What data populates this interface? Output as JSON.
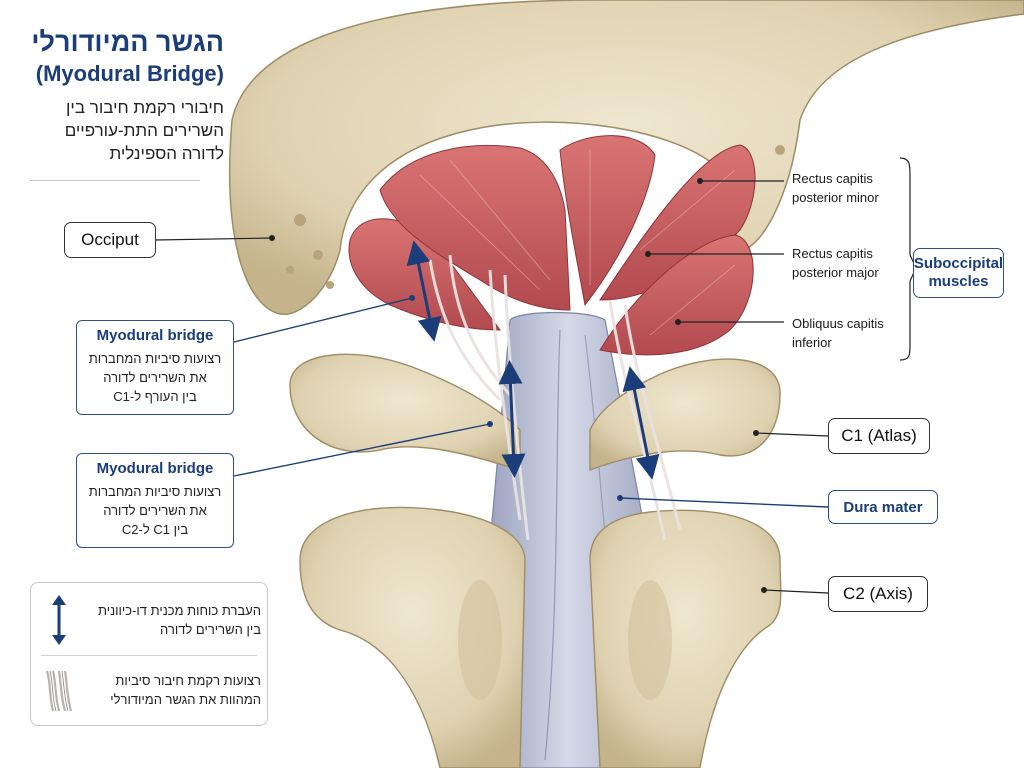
{
  "title": {
    "hebrew": "הגשר המיודורלי",
    "english": "(Myodural Bridge)",
    "subtitle_lines": [
      "חיבורי רקמת חיבור בין",
      "השרירים התת-עורפיים",
      "לדורה הספינלית"
    ]
  },
  "labels": {
    "occiput": "Occiput",
    "c1": "C1 (Atlas)",
    "c2": "C2 (Axis)",
    "dura": "Dura mater",
    "suboccipital_group": "Suboccipital muscles"
  },
  "muscles": [
    {
      "lines": [
        "Rectus capitis",
        "posterior minor"
      ]
    },
    {
      "lines": [
        "Rectus capitis",
        "posterior major"
      ]
    },
    {
      "lines": [
        "Obliquus capitis",
        "inferior"
      ]
    }
  ],
  "bridges": [
    {
      "title": "Myodural bridge",
      "desc_lines": [
        "רצועות סיביות המחברות",
        "את השרירים לדורה",
        "בין העורף ל-C1"
      ]
    },
    {
      "title": "Myodural bridge",
      "desc_lines": [
        "רצועות סיביות המחברות",
        "את השרירים לדורה",
        "בין C1 ל-C2"
      ]
    }
  ],
  "legend": {
    "arrow_text_lines": [
      "העברת כוחות מכנית דו-כיוונית",
      "בין השרירים לדורה"
    ],
    "fiber_text_lines": [
      "רצועות רקמת חיבור סיביות",
      "המהוות את הגשר המיודורלי"
    ]
  },
  "icons": {
    "double_arrow": "double-arrow-icon",
    "fibers": "fiber-bundle-icon"
  },
  "colors": {
    "accent_navy": "#1b3d7a",
    "bone": "#e6dcc2",
    "muscle": "#c8575a",
    "dura": "#aab3cc"
  }
}
